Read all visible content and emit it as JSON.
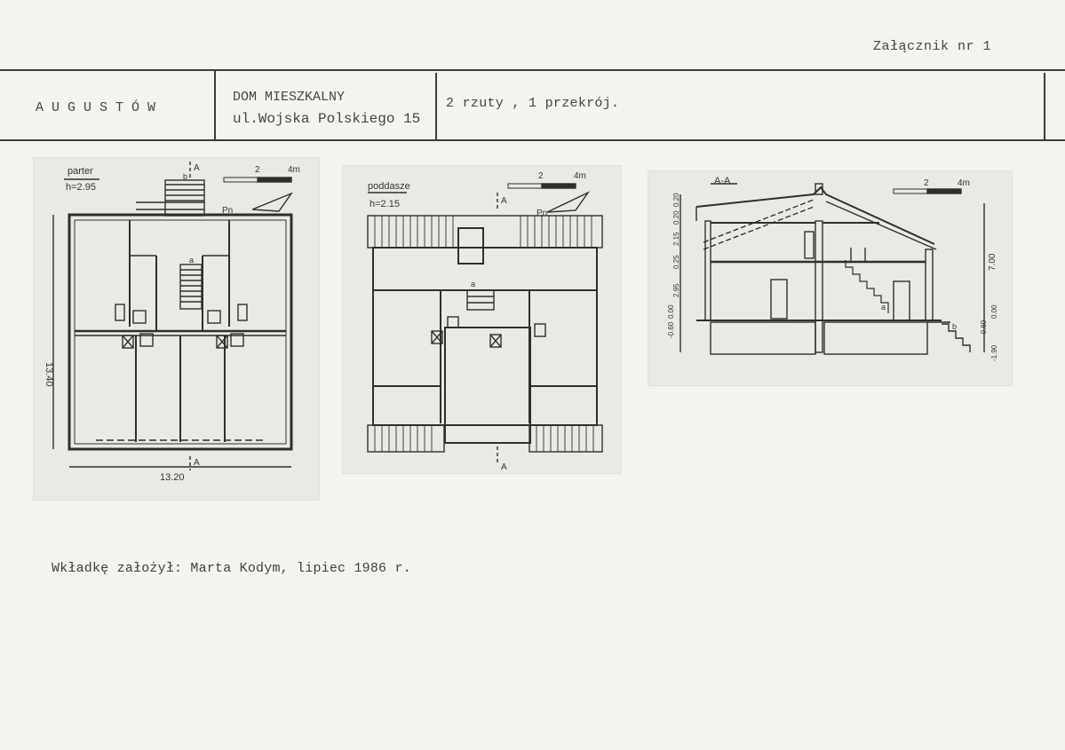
{
  "annex_label": "Załącznik nr 1",
  "header": {
    "town": "AUGUSTÓW",
    "building_type": "DOM MIESZKALNY",
    "address": "ul.Wojska Polskiego 15",
    "contents": "2 rzuty , 1 przekrój."
  },
  "drawings": {
    "ground_floor": {
      "label": "parter",
      "height": "h=2.95",
      "scale_mid": "2",
      "scale_end": "4m",
      "dim_height": "13.40",
      "dim_width": "13.20",
      "section_mark": "A",
      "north_mark": "Pn",
      "stair_mark_b": "b",
      "stair_mark_a": "a"
    },
    "attic": {
      "label": "poddasze",
      "height": "h=2.15",
      "scale_mid": "2",
      "scale_end": "4m",
      "section_mark": "A",
      "north_mark": "Pn",
      "stair_mark_a": "a"
    },
    "section": {
      "label": "A-A",
      "scale_mid": "2",
      "scale_end": "4m",
      "total_height": "7.00",
      "dims_left": [
        "0.20",
        "0.20",
        "2.15",
        "0.25",
        "2.95",
        "0.00",
        "-0.60"
      ],
      "dims_right": [
        "0.00",
        "-0.60",
        "-1.90"
      ],
      "stair_mark_a": "a",
      "stair_mark_b": "b"
    }
  },
  "footer": {
    "text": "Wkładkę założył: Marta Kodym, lipiec 1986 r."
  }
}
